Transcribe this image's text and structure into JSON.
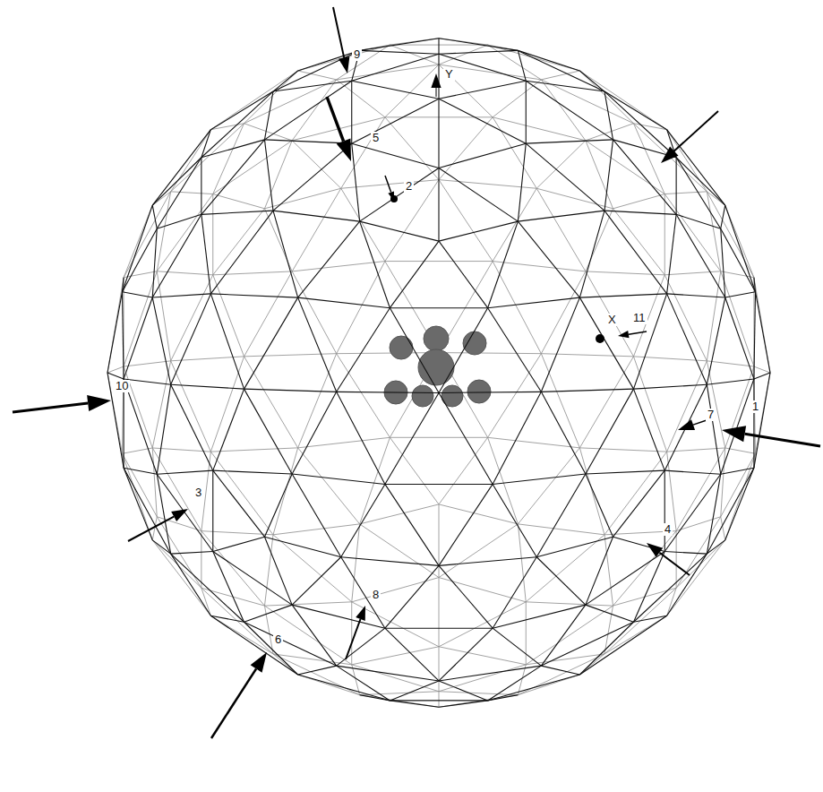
{
  "diagram": {
    "labels": [
      "9",
      "Y",
      "5",
      "2",
      "X",
      "11",
      "7",
      "1",
      "10",
      "3",
      "4",
      "8",
      "6"
    ]
  }
}
